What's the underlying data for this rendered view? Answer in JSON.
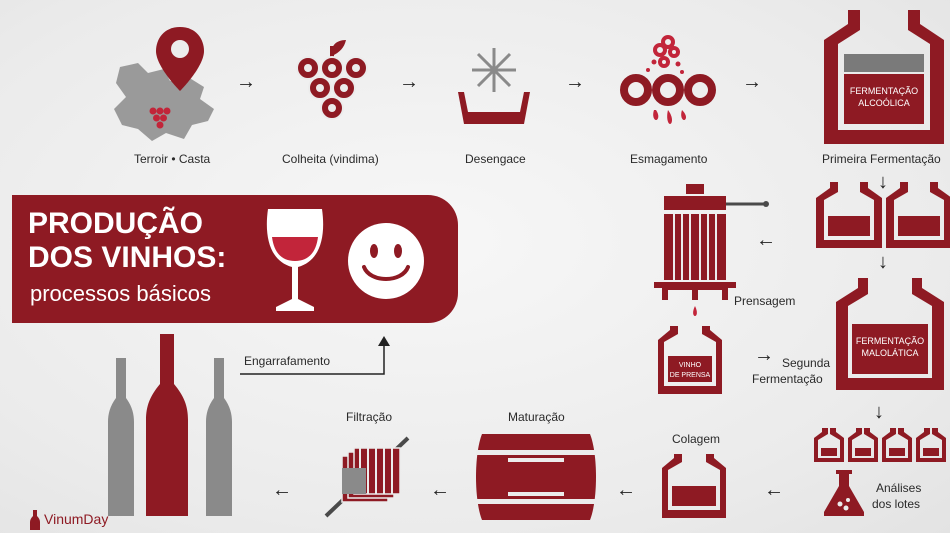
{
  "steps": {
    "terroir": "Terroir • Casta",
    "colheita": "Colheita (vindima)",
    "desengace": "Desengace",
    "esmagamento": "Esmagamento",
    "primeira": "Primeira Fermentação",
    "prensagem": "Prensagem",
    "segunda_1": "Segunda",
    "segunda_2": "Fermentação",
    "analises_1": "Análises",
    "analises_2": "dos lotes",
    "colagem": "Colagem",
    "maturacao": "Maturação",
    "filtracao": "Filtração",
    "engarrafamento": "Engarrafamento"
  },
  "tanks": {
    "alcoolica_1": "FERMENTAÇÃO",
    "alcoolica_2": "ALCOÓLICA",
    "malolatica_1": "FERMENTAÇÃO",
    "malolatica_2": "MALOLÁTICA",
    "vinho_1": "VINHO",
    "vinho_2": "DE PRENSA"
  },
  "banner": {
    "line1": "PRODUÇÃO",
    "line2": "DOS VINHOS:",
    "line3": "processos básicos"
  },
  "brand": {
    "name": "VinumDay"
  },
  "colors": {
    "wine": "#8e1a23",
    "accent": "#c2253a",
    "grey": "#8a8a8a"
  }
}
